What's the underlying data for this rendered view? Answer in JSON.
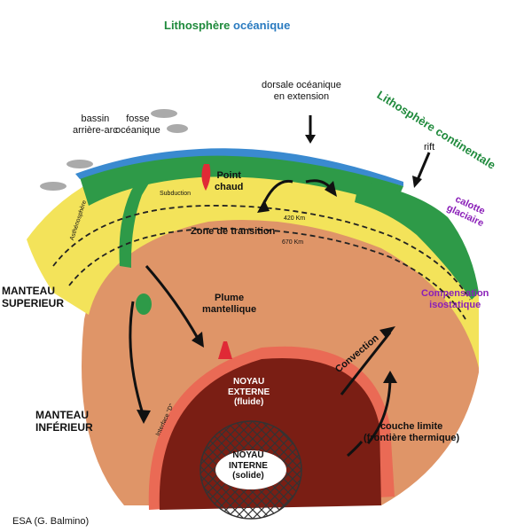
{
  "title": {
    "oceanic_part1": "Lithosphère",
    "oceanic_part2": "océanique",
    "continental": "Lithosphère continentale"
  },
  "labels": {
    "bassin": "bassin\narrière-arc",
    "fosse": "fosse\nocéanique",
    "dorsale": "dorsale océanique\nen extension",
    "rift": "rift",
    "calotte": "calotte\nglaciaire",
    "compensation": "Compensation\nisostatique",
    "point_chaud": "Point\nchaud",
    "subduction": "Subduction",
    "asthenosphere": "Asthénosphère",
    "km420": "420 Km",
    "km670": "670 Km",
    "zone_transition": "Zone de transition",
    "manteau_superieur": "MANTEAU\nSUPERIEUR",
    "plume": "Plume\nmantellique",
    "convection": "Convection",
    "manteau_inferieur": "MANTEAU\nINFÉRIEUR",
    "interface": "Interface \"D\"",
    "noyau_externe": "NOYAU\nEXTERNE\n(fluide)",
    "noyau_interne": "NOYAU\nINTERNE\n(solide)",
    "couche_limite": "couche limite\n(frontière thermique)",
    "credit": "ESA (G. Balmino)"
  },
  "colors": {
    "ocean": "#3a8ad0",
    "lithosphere": "#2e9a48",
    "upper_mantle": "#f3e35a",
    "lower_mantle": "#df9568",
    "outer_core": "#7a1e14",
    "inner_core": "#ffffff",
    "hot": "#e02a36"
  }
}
